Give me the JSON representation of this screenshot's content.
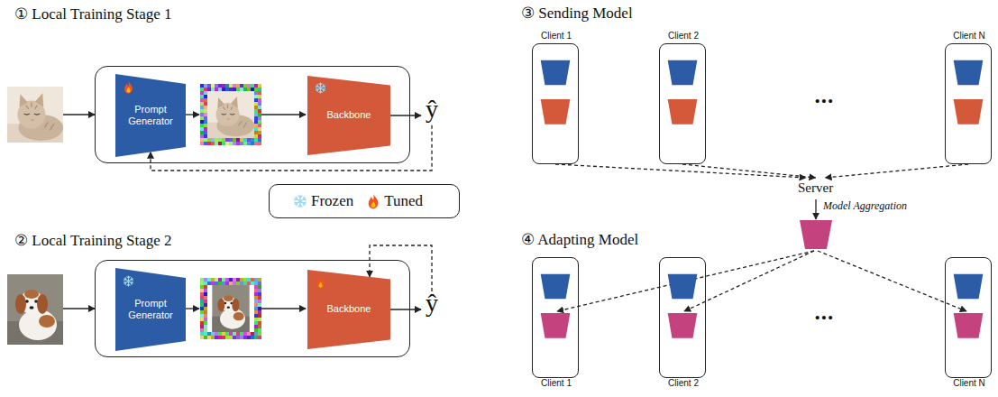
{
  "diagram": {
    "nodes": [
      {
        "text": [
          "① Local Training Stage 1"
        ]
      },
      {
        "text": [
          "Prompt Generator"
        ],
        "in": 0
      },
      {
        "text": [
          "Backbone"
        ],
        "in": 0
      },
      {
        "text": [
          "ŷ"
        ]
      },
      {
        "text": [
          "② Local Training Stage 2"
        ]
      },
      {
        "text": [
          "Prompt Generator"
        ],
        "in": 4
      },
      {
        "text": [
          "Backbone"
        ],
        "in": 4
      },
      {
        "text": [
          "ŷ"
        ]
      },
      {
        "text": [
          "Client 1"
        ]
      },
      {
        "text": [
          "Client 2"
        ]
      },
      {
        "text": [
          "Client N"
        ]
      },
      {
        "text": [
          "Server"
        ]
      },
      {
        "text": [
          "Client 1"
        ]
      },
      {
        "text": [
          "Client 2"
        ]
      },
      {
        "text": [
          "Client N"
        ]
      }
    ],
    "edges": [
      {
        "from": 2,
        "to": 3,
        "arrow": "to"
      },
      {
        "from": 3,
        "to": 1,
        "arrow": "to"
      },
      {
        "from": 6,
        "to": 7,
        "arrow": "to"
      },
      {
        "from": 7,
        "to": 6,
        "arrow": "to"
      },
      {
        "from": 8,
        "to": 11,
        "arrow": "to"
      },
      {
        "from": 9,
        "to": 11,
        "arrow": "to"
      },
      {
        "from": 10,
        "to": 11,
        "arrow": "to"
      }
    ],
    "labels": [
      "③ Sending Model",
      "•••",
      "Model Aggregation",
      "④ Adapting Model",
      "•••"
    ],
    "legend": [
      {
        "text": "Frozen"
      },
      {
        "text": "Tuned"
      }
    ]
  }
}
